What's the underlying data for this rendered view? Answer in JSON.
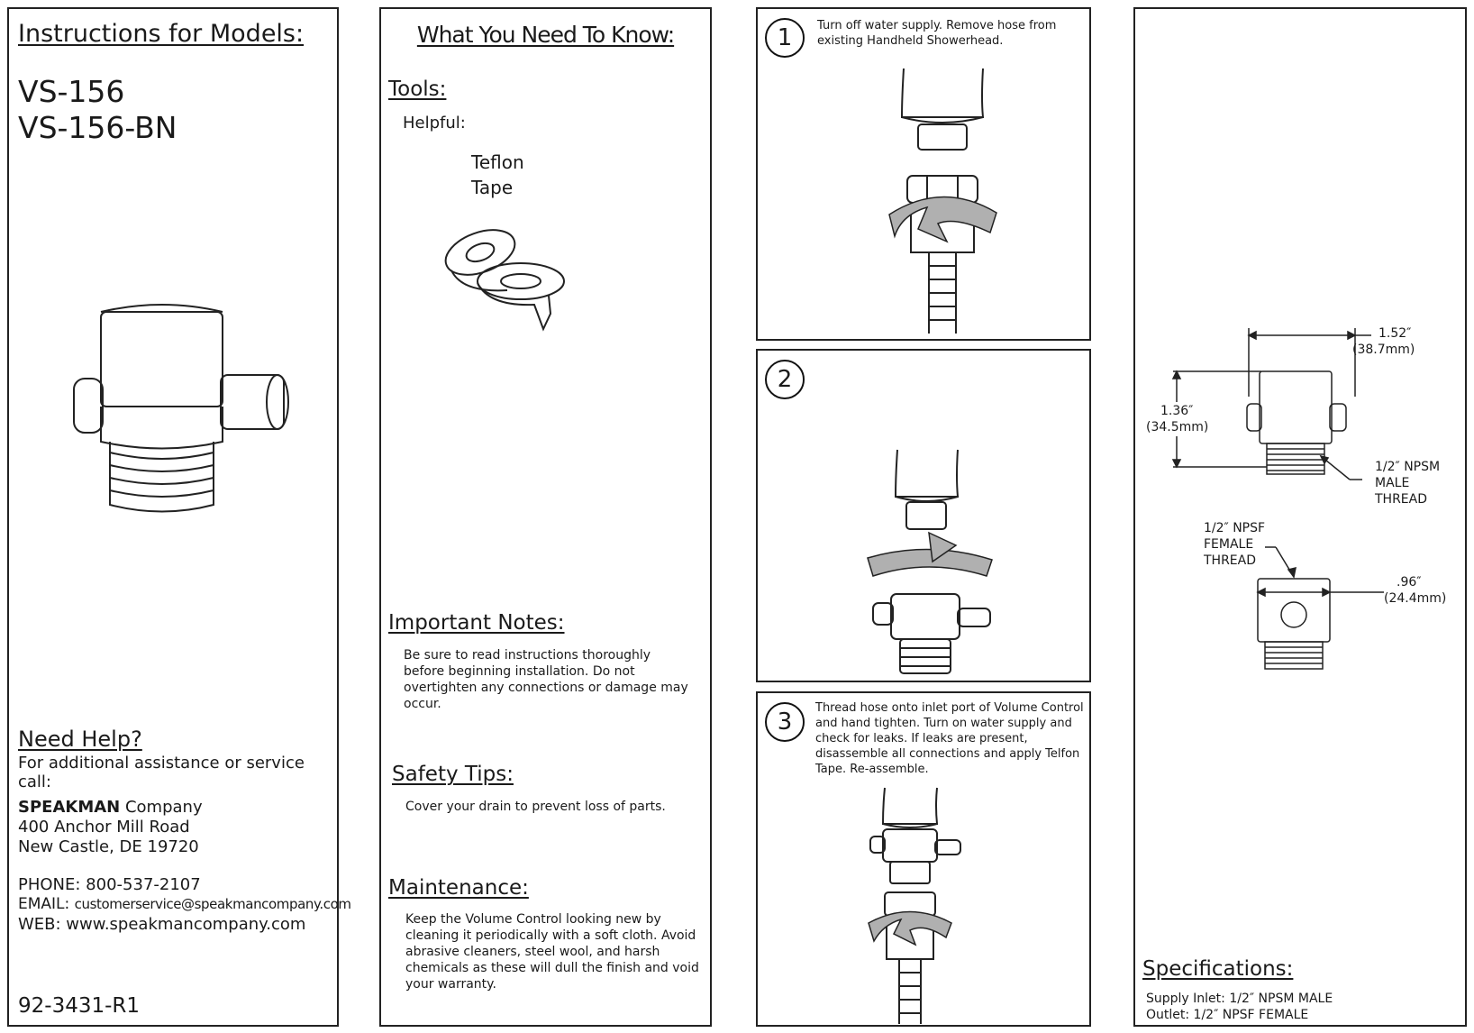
{
  "panel1": {
    "title": "Instructions for Models:",
    "models": [
      "VS-156",
      "VS-156-BN"
    ],
    "help_title": "Need Help?",
    "help_text": "For additional assistance or service call:",
    "company_brand": "SPEAKMAN",
    "company_suffix": " Company",
    "address_line1": "400 Anchor Mill Road",
    "address_line2": "New Castle, DE 19720",
    "phone": "PHONE: 800-537-2107",
    "email_label": "EMAIL: ",
    "email": "customerservice@speakmancompany.com",
    "web": "WEB: www.speakmancompany.com",
    "doc_number": "92-3431-R1"
  },
  "panel2": {
    "title": "What You Need To Know:",
    "tools_title": "Tools:",
    "helpful": "Helpful:",
    "tool_line1": "Teflon",
    "tool_line2": "Tape",
    "notes_title": "Important Notes:",
    "notes_text": "Be sure to read instructions thoroughly before beginning installation. Do not overtighten any connections or damage may occur.",
    "safety_title": "Safety Tips:",
    "safety_text": "Cover your drain to prevent loss of parts.",
    "maint_title": "Maintenance:",
    "maint_text": "Keep the Volume Control looking new by cleaning it periodically with a soft cloth. Avoid abrasive cleaners, steel wool, and harsh chemicals as these will dull the finish and void your warranty."
  },
  "steps": [
    {
      "num": "1",
      "text": "Turn off water supply. Remove hose from existing Handheld Showerhead."
    },
    {
      "num": "2",
      "text": ""
    },
    {
      "num": "3",
      "text": "Thread hose onto inlet port of Volume Control and hand tighten. Turn on water supply and check for leaks. If leaks are present, disassemble all connections and apply Telfon Tape. Re-assemble."
    }
  ],
  "panel4": {
    "dim_width": "1.52″",
    "dim_width_mm": "(38.7mm)",
    "dim_height": "1.36″",
    "dim_height_mm": "(34.5mm)",
    "male_thread_1": "1/2″ NPSM",
    "male_thread_2": "MALE",
    "male_thread_3": "THREAD",
    "female_thread_1": "1/2″ NPSF",
    "female_thread_2": "FEMALE",
    "female_thread_3": "THREAD",
    "dim_diam": ".96″",
    "dim_diam_mm": "(24.4mm)",
    "spec_title": "Specifications:",
    "spec_inlet": "Supply Inlet: 1/2″ NPSM MALE",
    "spec_outlet": "Outlet: 1/2″ NPSF FEMALE"
  }
}
